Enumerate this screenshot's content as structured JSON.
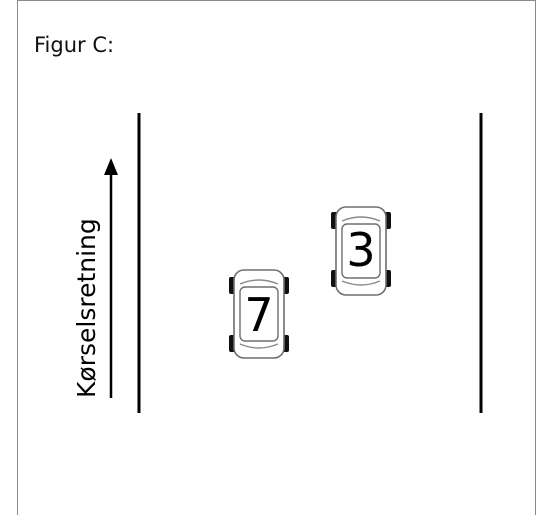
{
  "figure": {
    "caption": "Figur C:",
    "direction_label": "Kørselsretning"
  },
  "cars": [
    {
      "number": "7"
    },
    {
      "number": "3"
    }
  ],
  "colors": {
    "line": "#000000",
    "car_body": "#ffffff",
    "car_outline": "#6e6e6e",
    "tire": "#111111",
    "frame_border": "#8a8a8a"
  },
  "icons": {
    "arrow": "up-arrow-icon",
    "car": "car-top-view-icon"
  }
}
